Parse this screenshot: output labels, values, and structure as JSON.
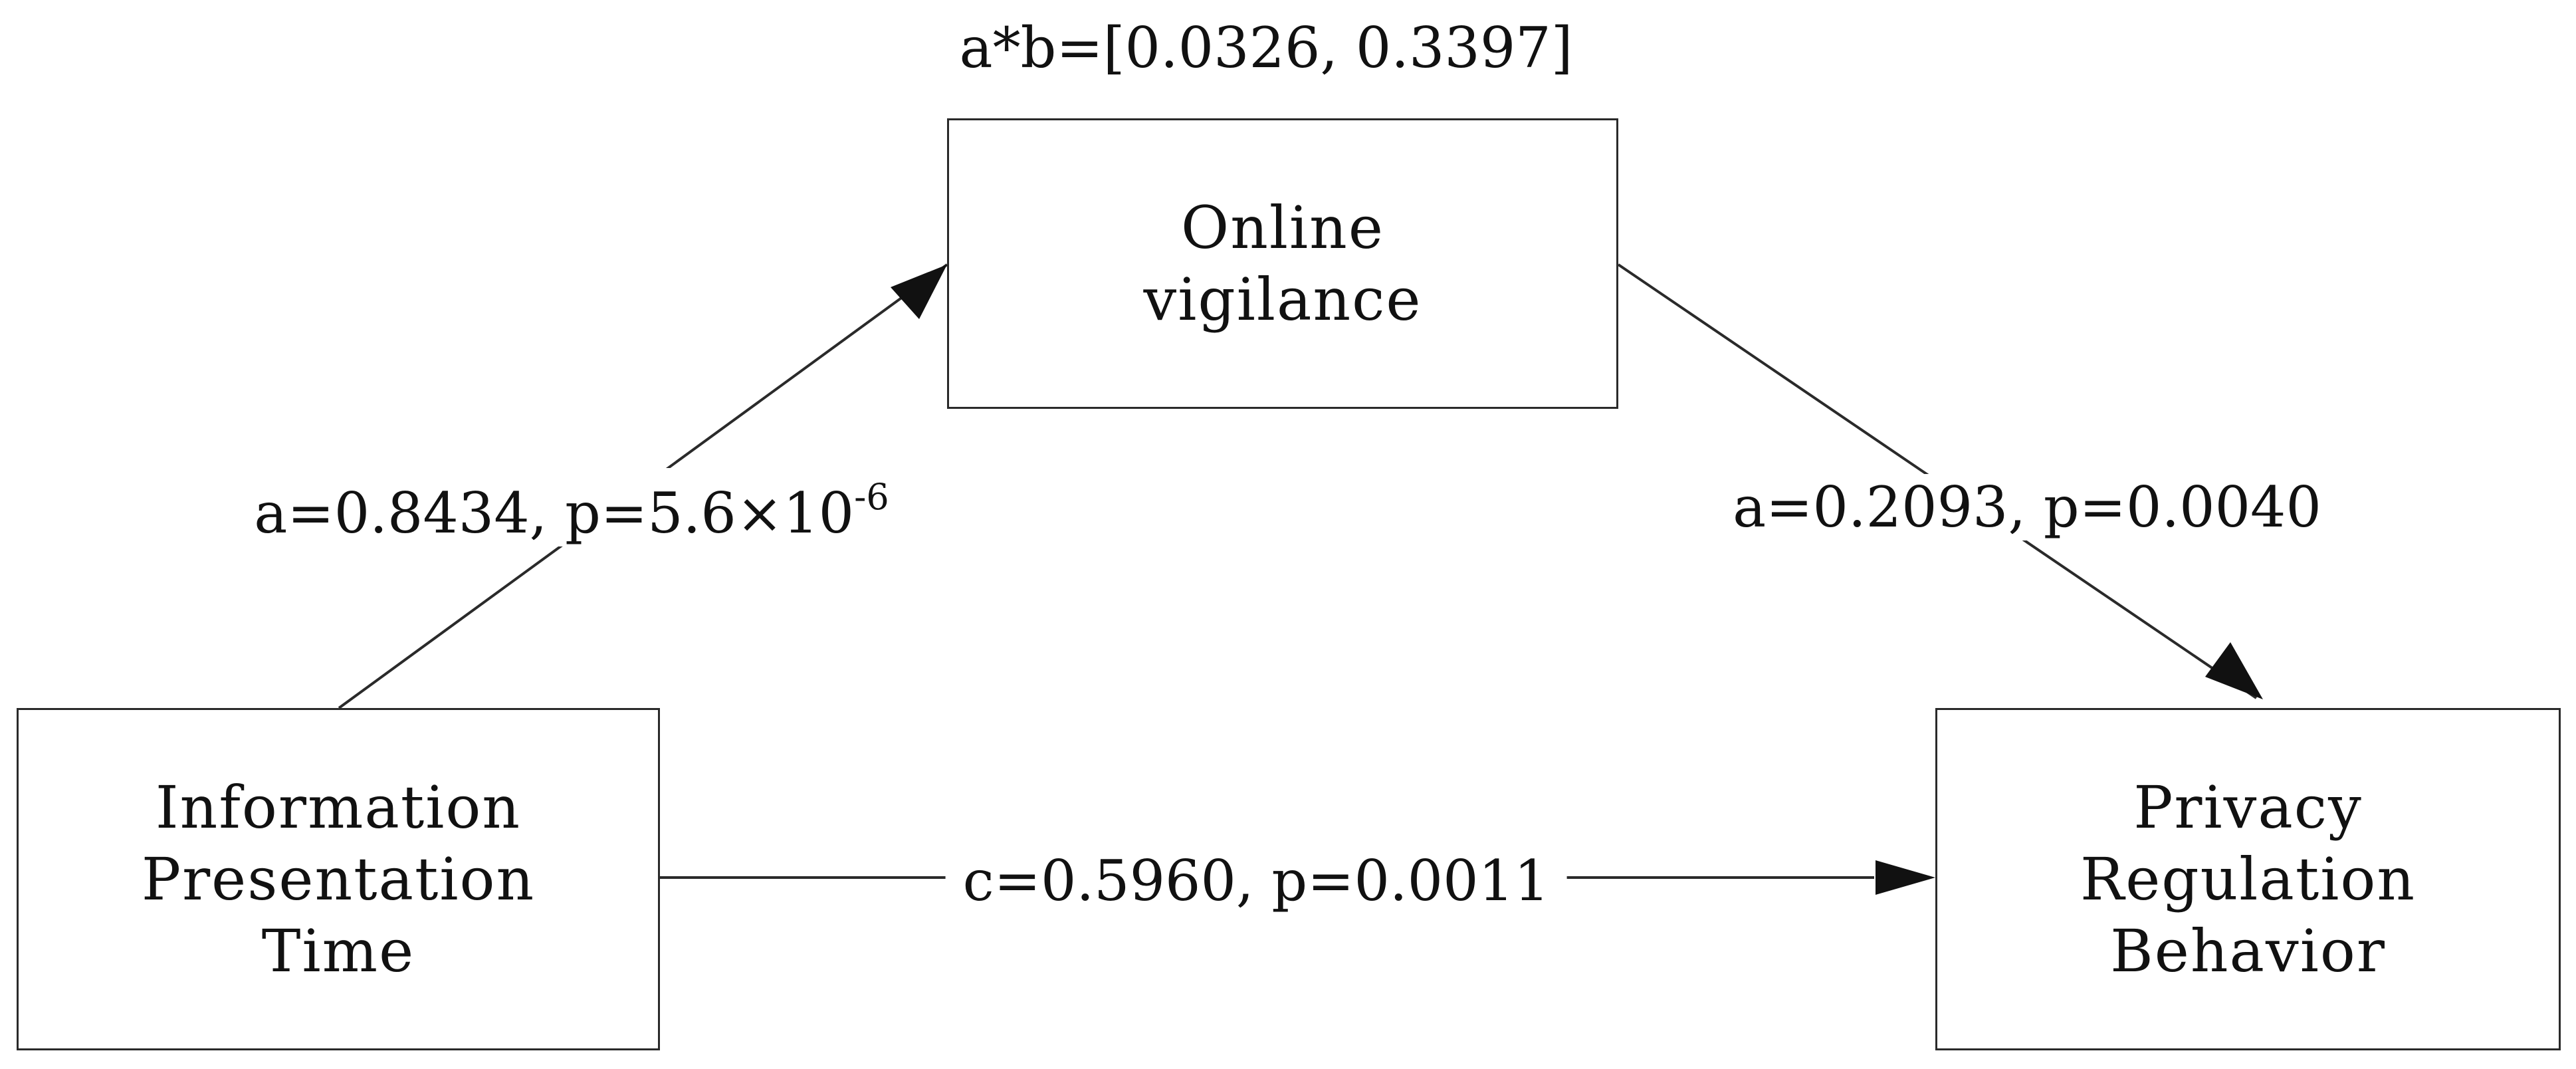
{
  "nodes": {
    "mediator": {
      "lines": [
        "Online",
        "vigilance"
      ]
    },
    "independent": {
      "lines": [
        "Information",
        "Presentation",
        "Time"
      ]
    },
    "dependent": {
      "lines": [
        "Privacy",
        "Regulation",
        "Behavior"
      ]
    }
  },
  "paths": {
    "indirect_effect": "a*b=[0.0326, 0.3397]",
    "a_path": {
      "prefix": "a=0.8434, p=5.6×10",
      "exponent": "-6"
    },
    "b_path": "a=0.2093, p=0.0040",
    "c_path": "c=0.5960, p=0.0011"
  },
  "colors": {
    "line": "#2a2a2a",
    "text": "#111111",
    "background": "#ffffff"
  }
}
